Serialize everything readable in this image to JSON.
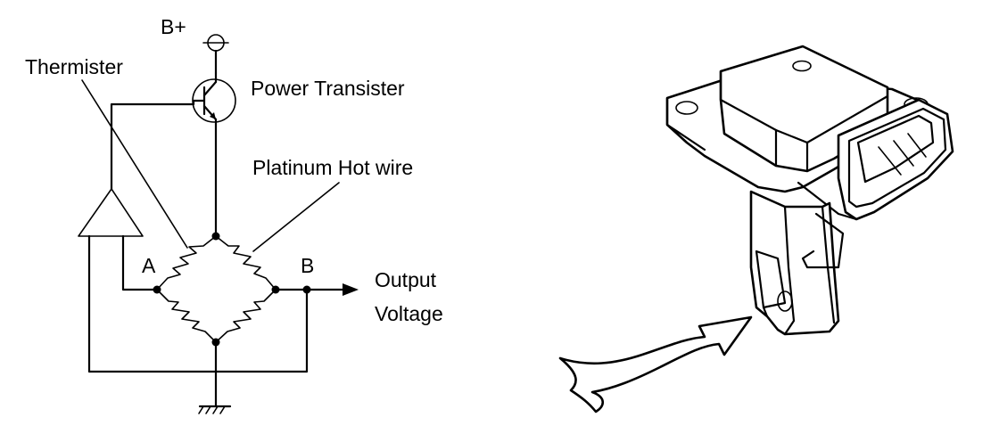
{
  "circuit": {
    "labels": {
      "supply": "B+",
      "thermister": "Thermister",
      "power_transister": "Power Transister",
      "platinum_hot_wire": "Platinum Hot wire",
      "node_a": "A",
      "node_b": "B",
      "output_line1": "Output",
      "output_line2": "Voltage"
    }
  },
  "colors": {
    "ink": "#000000",
    "background": "#ffffff"
  },
  "icons": [
    "supply-terminal-icon",
    "transistor-icon",
    "amplifier-icon",
    "resistor-icon",
    "ground-icon",
    "airflow-arrow-icon",
    "air-flow-meter-icon"
  ]
}
